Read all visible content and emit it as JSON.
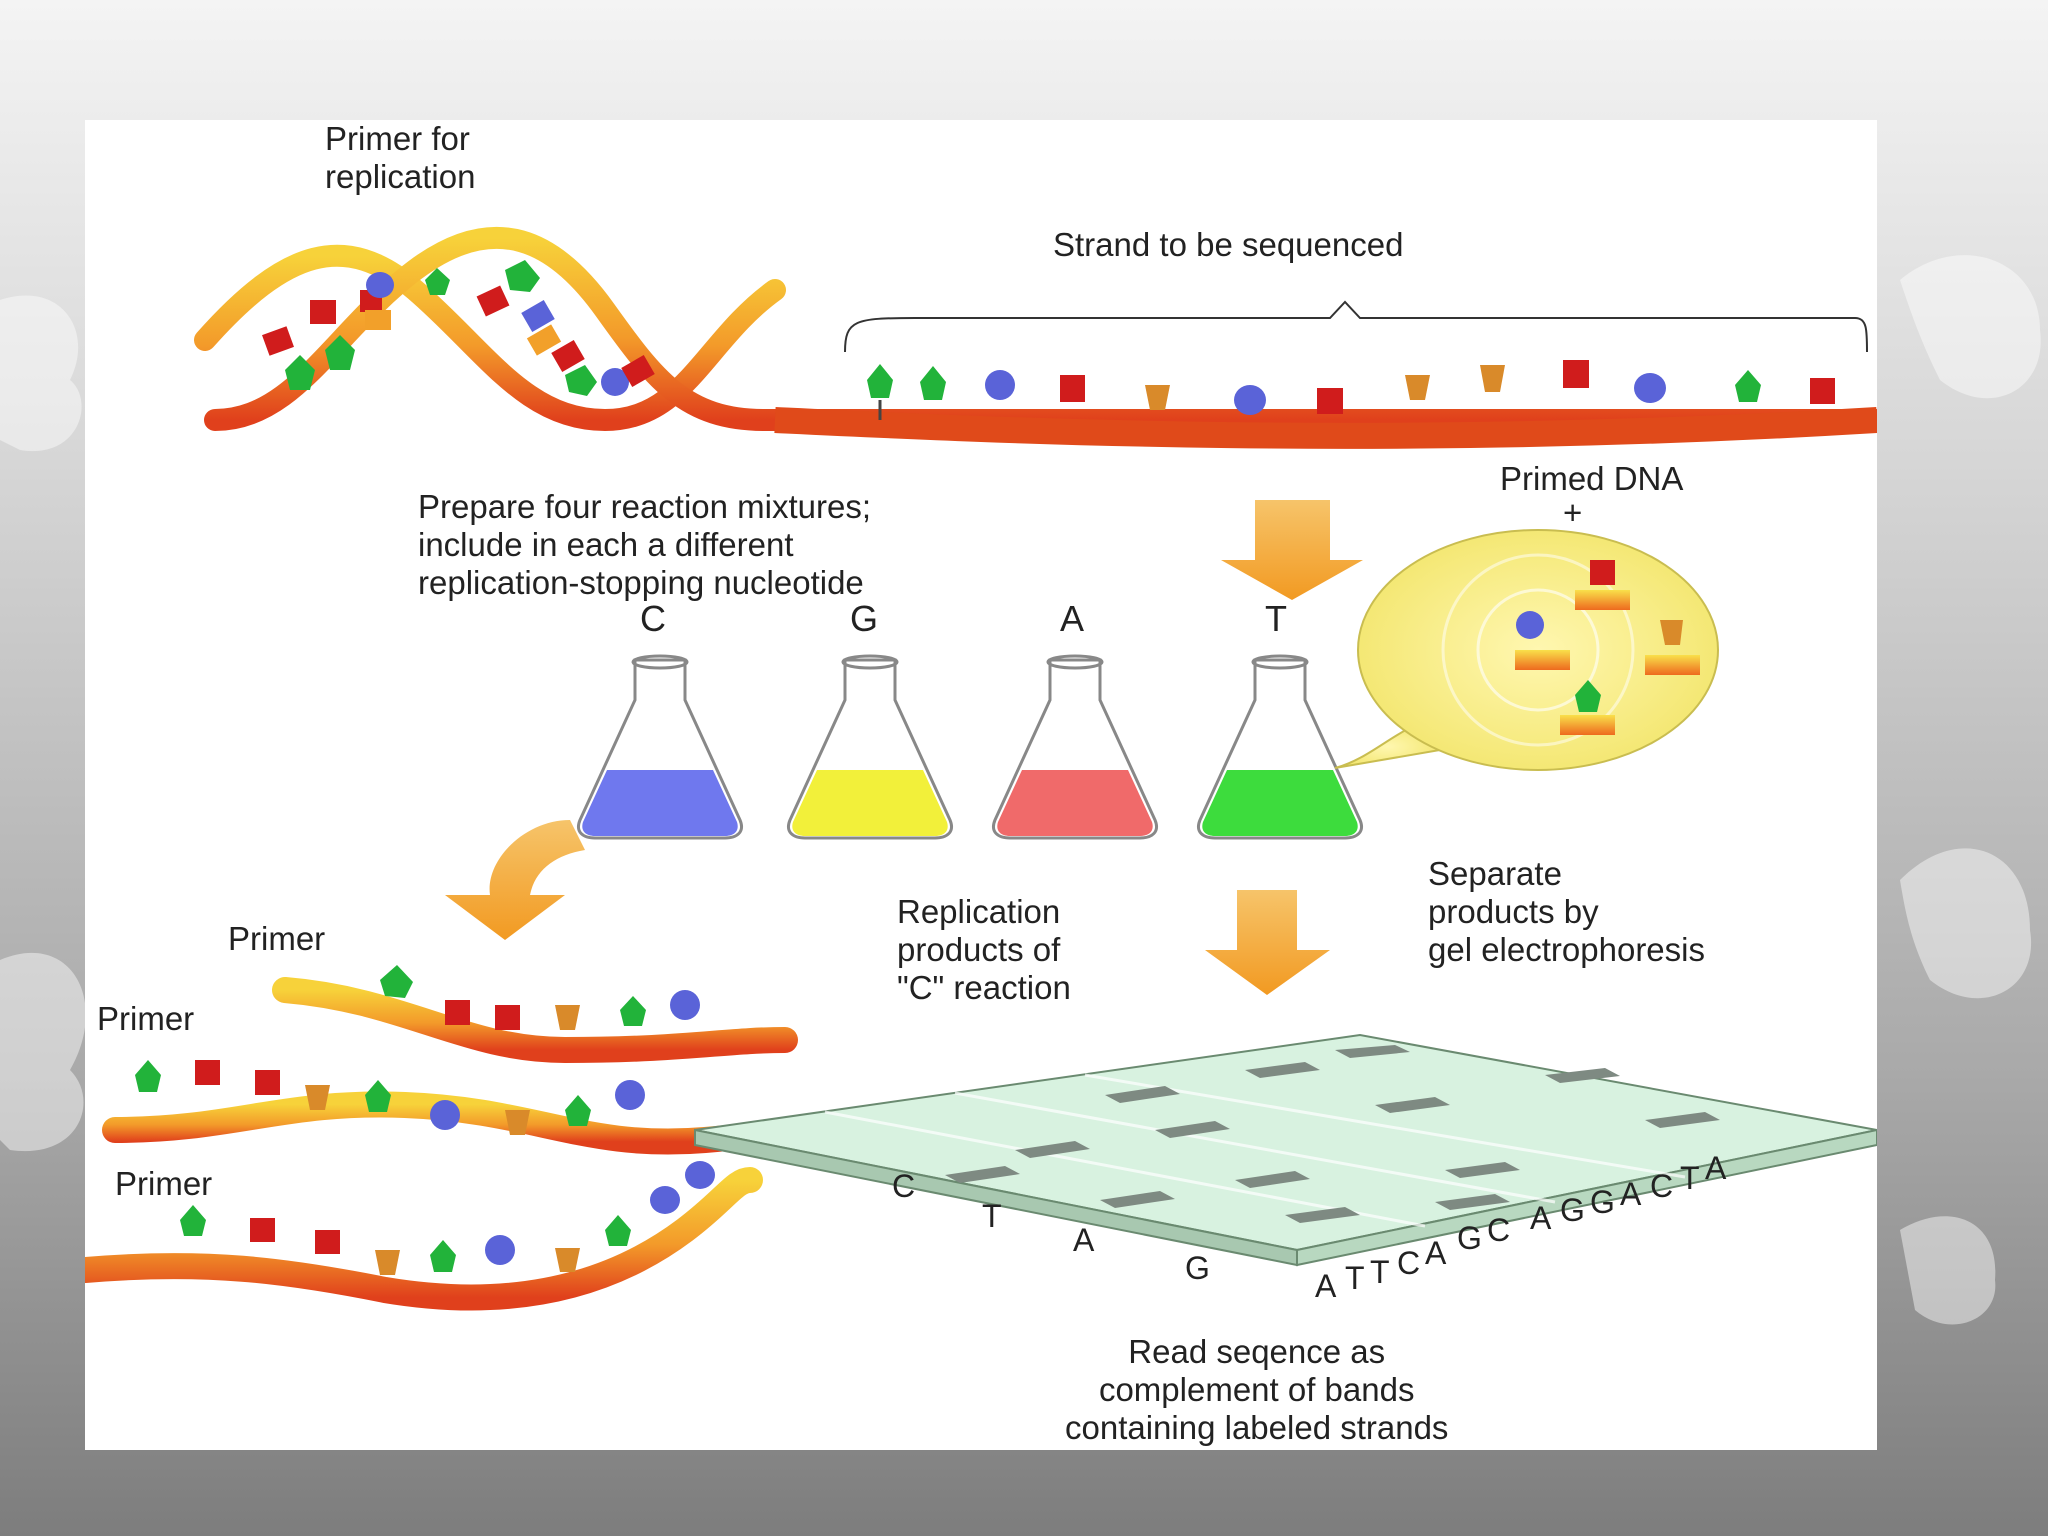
{
  "labels": {
    "primer_for_replication": "Primer for\nreplication",
    "strand_to_be_sequenced": "Strand to be sequenced",
    "prepare_mixtures": "Prepare four reaction mixtures;\ninclude in each a different\nreplication-stopping nucleotide",
    "primed_dna": "Primed DNA",
    "plus": "+",
    "primer_1": "Primer",
    "primer_2": "Primer",
    "primer_3": "Primer",
    "replication_products": "Replication\nproducts of\n\"C\" reaction",
    "separate_products": "Separate\nproducts by\ngel electrophoresis",
    "read_sequence": "Read seqence as\ncomplement of bands\ncontaining labeled strands"
  },
  "flasks": [
    {
      "letter": "C",
      "color": "#6f78ee"
    },
    {
      "letter": "G",
      "color": "#f2f03a"
    },
    {
      "letter": "A",
      "color": "#f06a6a"
    },
    {
      "letter": "T",
      "color": "#3ddc3d"
    }
  ],
  "gel_lanes": [
    "C",
    "T",
    "A",
    "G"
  ],
  "gel_sequence": [
    "A",
    "T",
    "T",
    "C",
    "A",
    "G",
    "C",
    "A",
    "G",
    "G",
    "A",
    "C",
    "T",
    "A"
  ],
  "colors": {
    "nucleotide_green": "#22b33a",
    "nucleotide_red": "#d01c1c",
    "nucleotide_blue": "#5a63d8",
    "nucleotide_orange": "#d98a2a",
    "arrow": "#f0a830",
    "bubble": "#f8f08a",
    "gel": "#d8f2e0"
  }
}
